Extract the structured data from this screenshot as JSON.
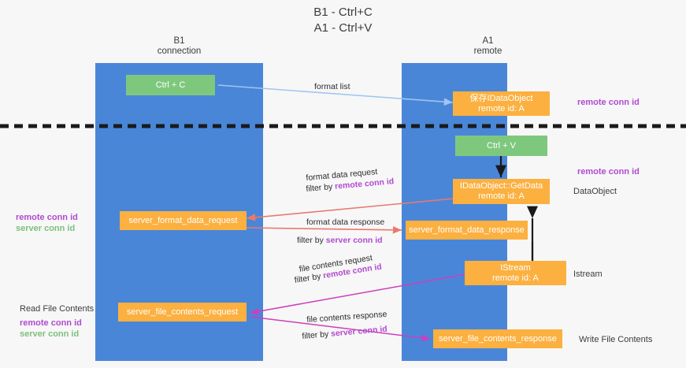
{
  "title_lines": [
    "B1 - Ctrl+C",
    "A1 - Ctrl+V"
  ],
  "columns": [
    {
      "name": "B1",
      "sub": "connection"
    },
    {
      "name": "A1",
      "sub": "remote"
    }
  ],
  "colors": {
    "lane": "#4a86d8",
    "green_box": "#7ec87e",
    "orange_box": "#fbb040",
    "purple_text": "#b14ad0",
    "green_text": "#7dbf7d",
    "blue_arrow": "#9fc5f0",
    "red_arrow": "#e8796f",
    "magenta_arrow": "#cc3fbd",
    "black_arrow": "#1a1a1a",
    "divider": "#1a1a1a"
  },
  "boxes": [
    {
      "id": "ctrl-c",
      "lines": [
        "Ctrl + C"
      ],
      "style": "green"
    },
    {
      "id": "save-idataobject",
      "lines": [
        "保存IDataObject",
        "remote id: A"
      ],
      "style": "orange"
    },
    {
      "id": "ctrl-v",
      "lines": [
        "Ctrl + V"
      ],
      "style": "green"
    },
    {
      "id": "idataobject-getdata",
      "lines": [
        "IDataObject::GetData",
        "remote id: A"
      ],
      "style": "orange"
    },
    {
      "id": "server-format-data-request",
      "lines": [
        "server_format_data_request"
      ],
      "style": "orange"
    },
    {
      "id": "server-format-data-response",
      "lines": [
        "server_format_data_response"
      ],
      "style": "orange"
    },
    {
      "id": "istream",
      "lines": [
        "IStream",
        "remote id: A"
      ],
      "style": "orange"
    },
    {
      "id": "server-file-contents-request",
      "lines": [
        "server_file_contents_request"
      ],
      "style": "orange"
    },
    {
      "id": "server-file-contents-response",
      "lines": [
        "server_file_contents_response"
      ],
      "style": "orange"
    }
  ],
  "arrow_labels": [
    {
      "id": "format-list",
      "text": "format list"
    },
    {
      "id": "format-data-request",
      "text": "format data request"
    },
    {
      "id": "filter-remote-1-pre",
      "text": "filter by "
    },
    {
      "id": "filter-remote-1",
      "text": "remote conn id"
    },
    {
      "id": "format-data-response",
      "text": "format data response"
    },
    {
      "id": "filter-server-1-pre",
      "text": "filter by "
    },
    {
      "id": "filter-server-1",
      "text": "server conn id"
    },
    {
      "id": "file-contents-request",
      "text": "file contents request"
    },
    {
      "id": "filter-remote-2-pre",
      "text": "filter by "
    },
    {
      "id": "filter-remote-2",
      "text": "remote conn id"
    },
    {
      "id": "file-contents-response",
      "text": "file contents response"
    },
    {
      "id": "filter-server-2-pre",
      "text": "filter by "
    },
    {
      "id": "filter-server-2",
      "text": "server conn id"
    }
  ],
  "right_labels": [
    {
      "id": "remote-conn-id-top",
      "text": "remote conn id",
      "kind": "purple"
    },
    {
      "id": "remote-conn-id-mid",
      "text": "remote conn id",
      "kind": "purple"
    },
    {
      "id": "dataobject",
      "text": "DataObject",
      "kind": "plain"
    },
    {
      "id": "istream-label",
      "text": "Istream",
      "kind": "plain"
    },
    {
      "id": "write-file-contents",
      "text": "Write File Contents",
      "kind": "plain"
    }
  ],
  "left_labels": [
    {
      "id": "remote-conn-id-left-1",
      "text": "remote conn id",
      "kind": "purple"
    },
    {
      "id": "server-conn-id-left-1",
      "text": "server conn id",
      "kind": "green"
    },
    {
      "id": "read-file-contents",
      "text": "Read File Contents",
      "kind": "plain"
    },
    {
      "id": "remote-conn-id-left-2",
      "text": "remote conn id",
      "kind": "purple"
    },
    {
      "id": "server-conn-id-left-2",
      "text": "server conn id",
      "kind": "green"
    }
  ]
}
